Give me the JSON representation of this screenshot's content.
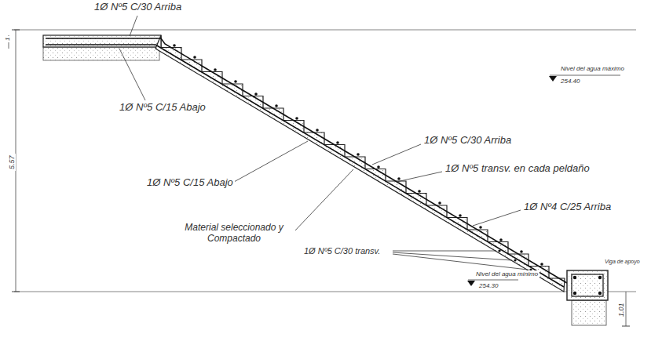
{
  "diagram": {
    "labels": [
      "1Ø Nº5 C/30 Arriba",
      "Nivel del agua máximo",
      "254.40",
      "1",
      "5.57",
      "1Ø Nº5 C/15 Abajo",
      "1Ø Nº5 C/30 Arriba",
      "1Ø Nº5 transv. en cada peldaño",
      "1Ø Nº5 C/15 Abajo",
      "1Ø Nº4 C/25 Arriba",
      "Material seleccionado y Compactado",
      "1Ø Nº5 C/30 transv.",
      "Nivel del agua mínimo",
      "254.30",
      "Viga de apoyo",
      "1.01"
    ]
  }
}
